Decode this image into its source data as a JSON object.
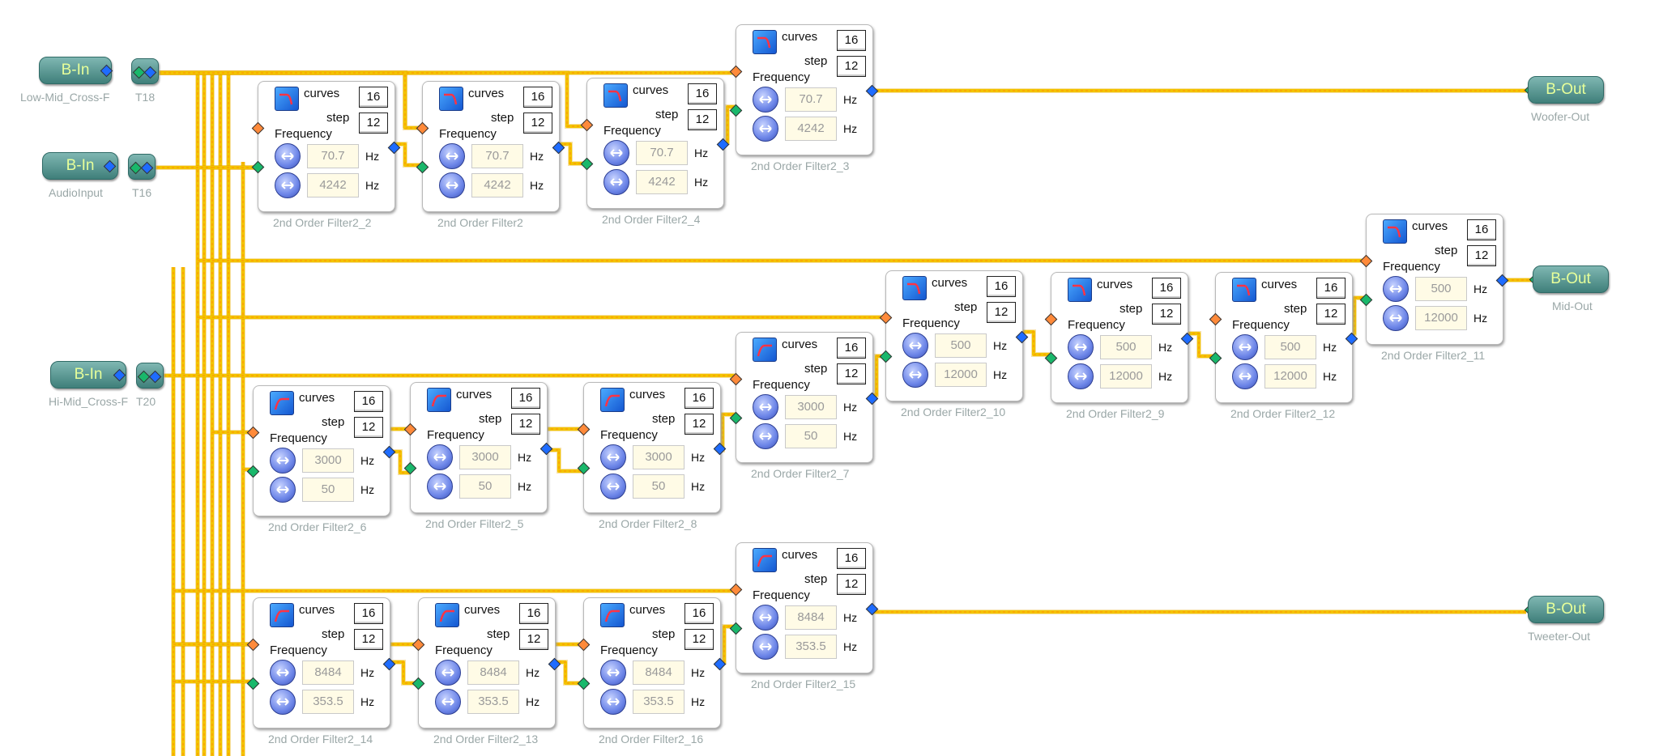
{
  "inputs": [
    {
      "label": "B-In",
      "name": "Low-Mid_Cross-F",
      "tee": "T18"
    },
    {
      "label": "B-In",
      "name": "AudioInput",
      "tee": "T16"
    },
    {
      "label": "B-In",
      "name": "Hi-Mid_Cross-F",
      "tee": "T20"
    }
  ],
  "outputs": [
    {
      "label": "B-Out",
      "name": "Woofer-Out"
    },
    {
      "label": "B-Out",
      "name": "Mid-Out"
    },
    {
      "label": "B-Out",
      "name": "Tweeter-Out"
    }
  ],
  "param_labels": {
    "curves": "curves",
    "step": "step",
    "frequency": "Frequency",
    "hz": "Hz"
  },
  "filters": [
    {
      "name": "2nd Order Filter2_2",
      "curves": "16",
      "step": "12",
      "v1": "70.7",
      "v2": "4242",
      "icon": "lowpass"
    },
    {
      "name": "2nd Order Filter2",
      "curves": "16",
      "step": "12",
      "v1": "70.7",
      "v2": "4242",
      "icon": "lowpass"
    },
    {
      "name": "2nd Order Filter2_4",
      "curves": "16",
      "step": "12",
      "v1": "70.7",
      "v2": "4242",
      "icon": "lowpass"
    },
    {
      "name": "2nd Order Filter2_3",
      "curves": "16",
      "step": "12",
      "v1": "70.7",
      "v2": "4242",
      "icon": "lowpass"
    },
    {
      "name": "2nd Order Filter2_11",
      "curves": "16",
      "step": "12",
      "v1": "500",
      "v2": "12000",
      "icon": "lowpass"
    },
    {
      "name": "2nd Order Filter2_10",
      "curves": "16",
      "step": "12",
      "v1": "500",
      "v2": "12000",
      "icon": "lowpass"
    },
    {
      "name": "2nd Order Filter2_9",
      "curves": "16",
      "step": "12",
      "v1": "500",
      "v2": "12000",
      "icon": "lowpass"
    },
    {
      "name": "2nd Order Filter2_12",
      "curves": "16",
      "step": "12",
      "v1": "500",
      "v2": "12000",
      "icon": "lowpass"
    },
    {
      "name": "2nd Order Filter2_7",
      "curves": "16",
      "step": "12",
      "v1": "3000",
      "v2": "50",
      "icon": "highpass"
    },
    {
      "name": "2nd Order Filter2_6",
      "curves": "16",
      "step": "12",
      "v1": "3000",
      "v2": "50",
      "icon": "highpass"
    },
    {
      "name": "2nd Order Filter2_5",
      "curves": "16",
      "step": "12",
      "v1": "3000",
      "v2": "50",
      "icon": "highpass"
    },
    {
      "name": "2nd Order Filter2_8",
      "curves": "16",
      "step": "12",
      "v1": "3000",
      "v2": "50",
      "icon": "highpass"
    },
    {
      "name": "2nd Order Filter2_15",
      "curves": "16",
      "step": "12",
      "v1": "8484",
      "v2": "353.5",
      "icon": "highpass"
    },
    {
      "name": "2nd Order Filter2_14",
      "curves": "16",
      "step": "12",
      "v1": "8484",
      "v2": "353.5",
      "icon": "highpass"
    },
    {
      "name": "2nd Order Filter2_13",
      "curves": "16",
      "step": "12",
      "v1": "8484",
      "v2": "353.5",
      "icon": "highpass"
    },
    {
      "name": "2nd Order Filter2_16",
      "curves": "16",
      "step": "12",
      "v1": "8484",
      "v2": "353.5",
      "icon": "highpass"
    }
  ],
  "colors": {
    "wire": "#f2c400",
    "pin_blue": "#1e6cff",
    "pin_green": "#19b86b",
    "pin_orange": "#ff8a3a",
    "block_teal": "#3f7f7a"
  }
}
